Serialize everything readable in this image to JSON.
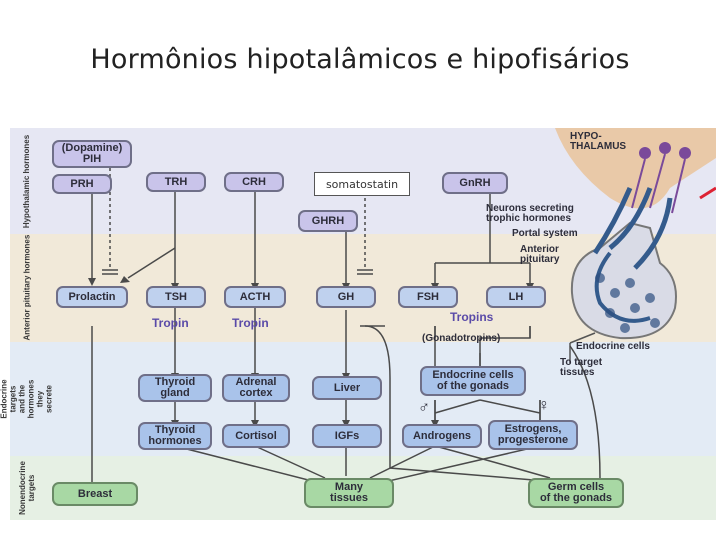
{
  "slide_title": "Hormônios hipotalâmicos e hipofisários",
  "inset_label": "somatostatin",
  "rows": {
    "hypothalamic": "Hypothalamic hormones",
    "anterior": "Anterior pituitary hormones",
    "endocrine": "Endocrine targets and the hormones they secrete",
    "nonendocrine": "Nonendocrine targets"
  },
  "hypothalamic_hormones": {
    "dopamine": "(Dopamine)\nPIH",
    "prh": "PRH",
    "trh": "TRH",
    "crh": "CRH",
    "ghrh": "GHRH",
    "gnrh": "GnRH"
  },
  "anterior_pituitary": {
    "prolactin": "Prolactin",
    "tsh": "TSH",
    "acth": "ACTH",
    "gh": "GH",
    "fsh": "FSH",
    "lh": "LH",
    "tropin1": "Tropin",
    "tropin2": "Tropin",
    "tropins": "Tropins",
    "gonadotropins": "(Gonadotropins)"
  },
  "endocrine_targets": {
    "thyroid": "Thyroid\ngland",
    "adrenal": "Adrenal\ncortex",
    "liver": "Liver",
    "gonads": "Endocrine cells\nof the gonads",
    "thyroid_hormones": "Thyroid\nhormones",
    "cortisol": "Cortisol",
    "igfs": "IGFs",
    "androgens": "Androgens",
    "estrogens": "Estrogens,\nprogesterone"
  },
  "nonendocrine_targets": {
    "breast": "Breast",
    "many_tissues": "Many\ntissues",
    "germ_cells": "Germ cells\nof the gonads"
  },
  "anatomy": {
    "hypothalamus": "HYPO-\nTHALAMUS",
    "neurons": "Neurons secreting\ntrophic hormones",
    "portal": "Portal system",
    "anterior_pituitary": "Anterior\npituitary",
    "endocrine_cells": "Endocrine cells",
    "to_target": "To target\ntissues"
  },
  "symbols": {
    "male": "♂",
    "female": "♀"
  },
  "colors": {
    "hypothalamic_box": "#c9c4ea",
    "pituitary_box": "#bfd1ee",
    "endocrine_box": "#a9c3ea",
    "nonendocrine_box": "#a8d8a4",
    "tropin_text": "#5a4aa8"
  }
}
